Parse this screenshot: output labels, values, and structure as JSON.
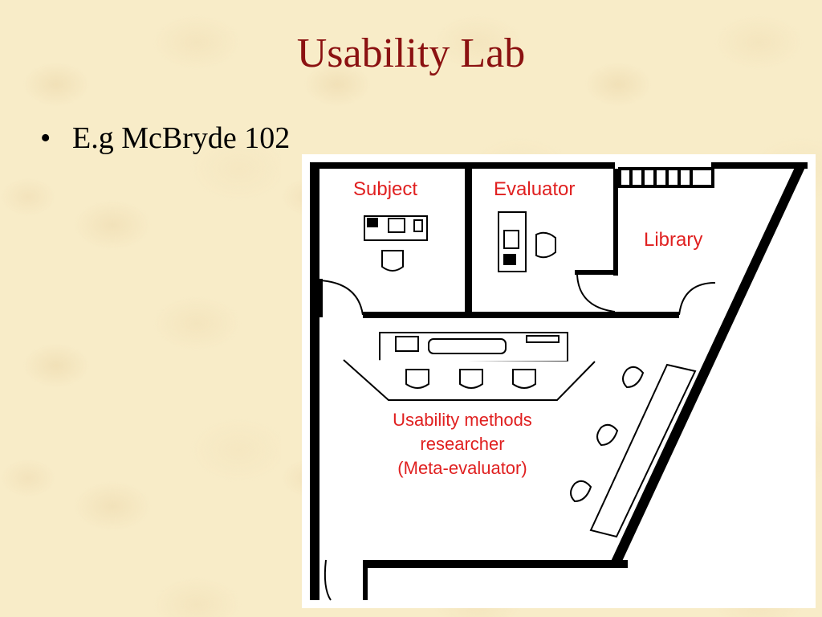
{
  "slide": {
    "title": "Usability Lab",
    "bullets": [
      "E.g McBryde 102"
    ]
  },
  "floor_plan": {
    "rooms": {
      "subject": "Subject",
      "evaluator": "Evaluator",
      "library": "Library"
    },
    "researcher_label": [
      "Usability methods",
      "researcher",
      "(Meta-evaluator)"
    ]
  },
  "colors": {
    "title": "#8b1111",
    "room_label": "#e02020",
    "background": "#f8ecc8"
  }
}
